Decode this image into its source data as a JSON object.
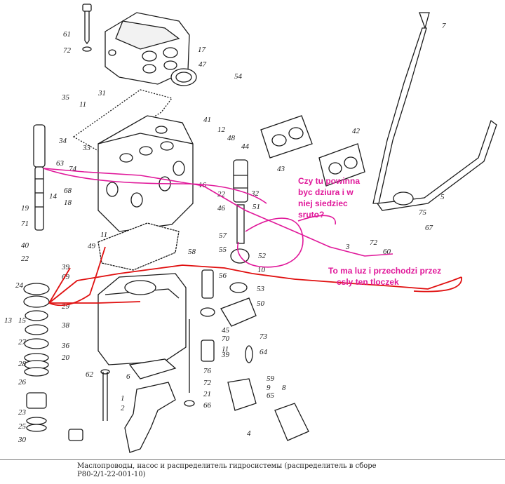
{
  "caption": {
    "line1": "Маслопроводы, насос и распределитель гидросистемы (распределитель в сборе",
    "line2": "Р80-2/1-22-001-10)"
  },
  "annotations": {
    "question": [
      "Czy tu powinna",
      "byc dziura i w",
      "niej siedziec",
      "sruto?"
    ],
    "note": [
      "To ma luz i przechodzi przez",
      "csly ten tloczek"
    ]
  },
  "part_labels": {
    "l7": "7",
    "l61": "61",
    "l72a": "72",
    "l17": "17",
    "l47": "47",
    "l54": "54",
    "l35": "35",
    "l31": "31",
    "l11a": "11",
    "l41": "41",
    "l12a": "12",
    "l48": "48",
    "l44": "44",
    "l42": "42",
    "l43": "43",
    "l34": "34",
    "l33": "33",
    "l63": "63",
    "l74": "74",
    "l68": "68",
    "l14": "14",
    "l18": "18",
    "l16": "16",
    "l22a": "22",
    "l46": "46",
    "l32": "32",
    "l51": "51",
    "l5": "5",
    "l19": "19",
    "l71": "71",
    "l40": "40",
    "l11b": "11",
    "l49": "49",
    "l57": "57",
    "l75": "75",
    "l67": "67",
    "l72b": "72",
    "l60": "60",
    "l3": "3",
    "l58": "58",
    "l55": "55",
    "l52": "52",
    "l22b": "22",
    "l24": "24",
    "l13": "13",
    "l15": "15",
    "l27": "27",
    "l28": "28",
    "l26": "26",
    "l23": "23",
    "l25": "25",
    "l30": "30",
    "l39a": "39",
    "l69": "69",
    "l29": "29",
    "l38": "38",
    "l36": "36",
    "l20": "20",
    "l62": "62",
    "l1": "1",
    "l2": "2",
    "l10": "10",
    "l56": "56",
    "l53": "53",
    "l50": "50",
    "l45": "45",
    "l70": "70",
    "l11c": "11",
    "l39b": "39",
    "l73": "73",
    "l64": "64",
    "l76": "76",
    "l6": "6",
    "l59": "59",
    "l9": "9",
    "l8": "8",
    "l65": "65",
    "l66": "66",
    "l21": "21",
    "l4": "4",
    "l72c": "72"
  },
  "colors": {
    "ink": "#1a1a1a",
    "annotation_pink": "#e0189a",
    "annotation_red": "#e01010"
  }
}
